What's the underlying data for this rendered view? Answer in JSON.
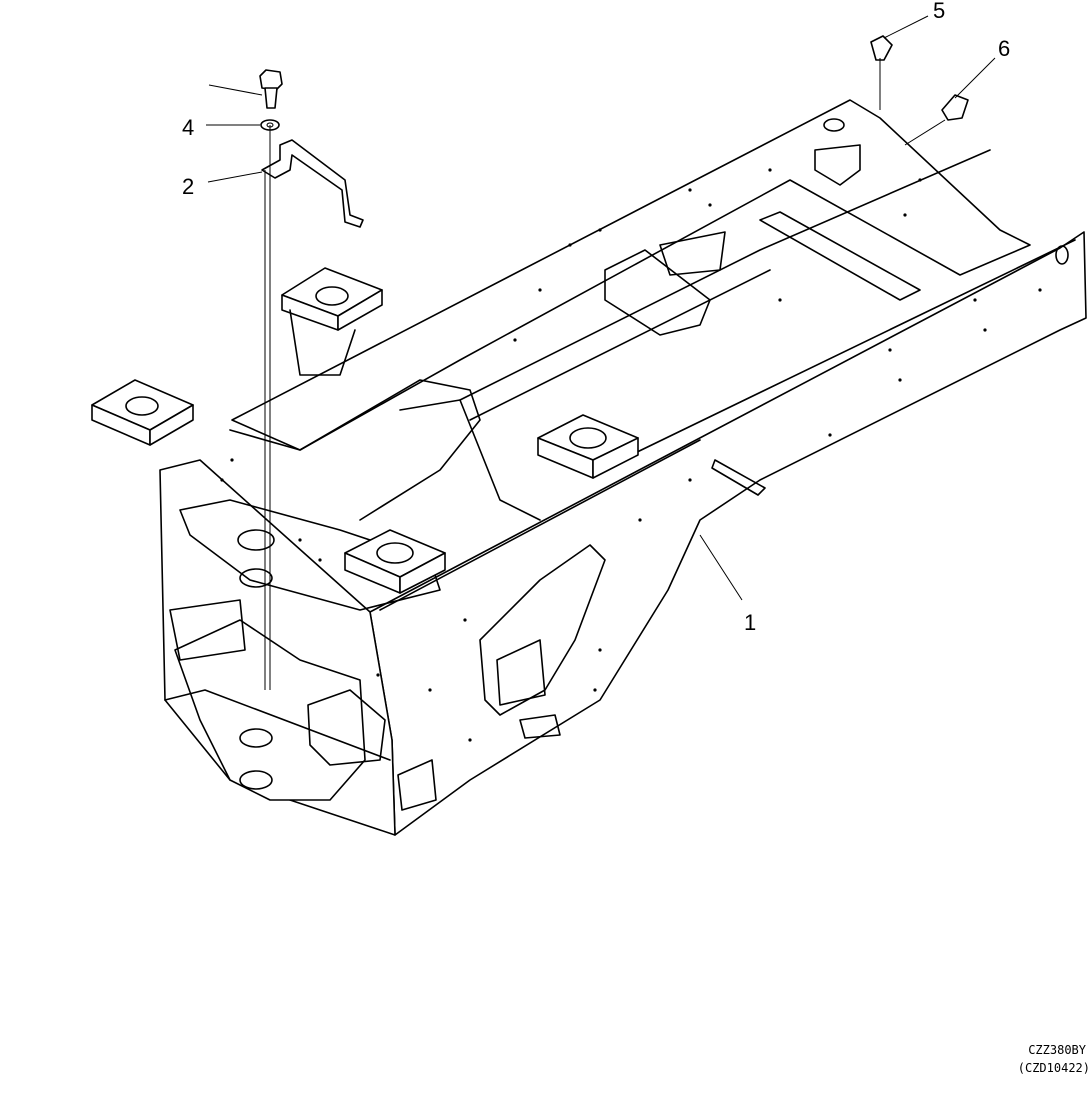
{
  "callouts": {
    "c1": "1",
    "c2": "2",
    "c4": "4",
    "c5": "5",
    "c6": "6"
  },
  "drawing_code": {
    "line1": "CZZ380BY",
    "line2": "(CZD10422)"
  }
}
